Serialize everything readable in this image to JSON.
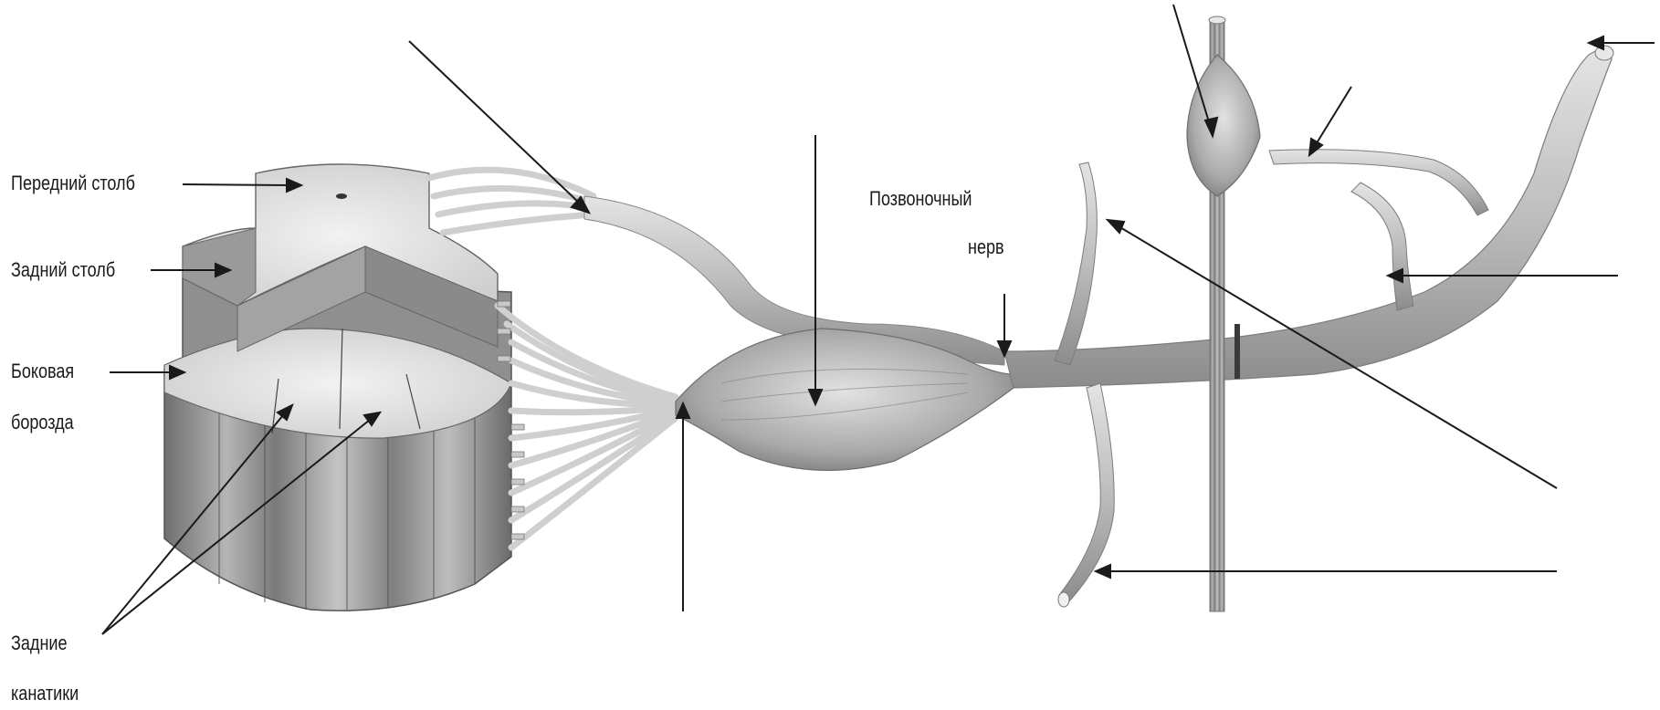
{
  "labels": {
    "anterior_column": "Передний столб",
    "posterior_column": "Задний столб",
    "lateral_groove_line1": "Боковая",
    "lateral_groove_line2": "борозда",
    "posterior_funiculi_line1": "Задние",
    "posterior_funiculi_line2": "канатики",
    "spinal_nerve_line1": "Позвоночный",
    "spinal_nerve_line2": "нерв"
  }
}
